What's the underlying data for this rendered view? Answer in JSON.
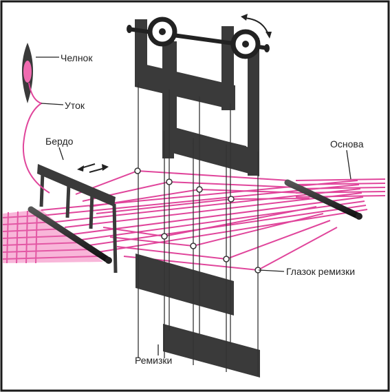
{
  "labels": {
    "shuttle": "Челнок",
    "weft": "Уток",
    "reed": "Бердо",
    "warp": "Основа",
    "heddle_eye": "Глазок ремизки",
    "heddles": "Ремизки"
  },
  "colors": {
    "thread": "#e0459b",
    "frame": "#3a3a3a",
    "border": "#1a1a1a",
    "background": "#ffffff"
  },
  "icons": {
    "rotation": "curved-double-arrow-icon",
    "reed_motion": "horizontal-double-arrow-icon"
  }
}
